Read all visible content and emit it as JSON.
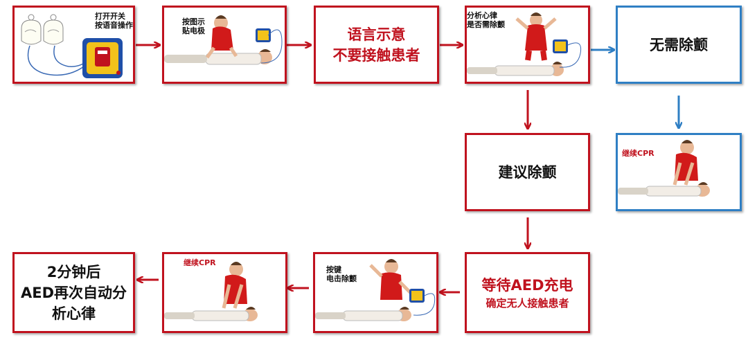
{
  "steps": {
    "s1": {
      "line1": "打开开关",
      "line2": "按语音操作"
    },
    "s2": {
      "line1": "按图示",
      "line2": "贴电极"
    },
    "s3": {
      "line1": "语言示意",
      "line2": "不要接触患者"
    },
    "s4": {
      "line1": "分析心律",
      "line2": "是否需除颤"
    },
    "s5": {
      "text": "无需除颤"
    },
    "s6": {
      "label": "继续CPR"
    },
    "s7": {
      "text": "建议除颤"
    },
    "s8": {
      "line1": "等待AED充电",
      "line2": "确定无人接触患者"
    },
    "s9": {
      "line1": "按键",
      "line2": "电击除颤"
    },
    "s10": {
      "label": "继续CPR"
    },
    "s11": {
      "line1": "2分钟后",
      "line2": "AED再次自动分",
      "line3": "析心律"
    }
  },
  "colors": {
    "red": "#c0121e",
    "blue": "#2f7fc4",
    "aed_yellow": "#f2c21b",
    "aed_blue": "#1f4fa8"
  }
}
